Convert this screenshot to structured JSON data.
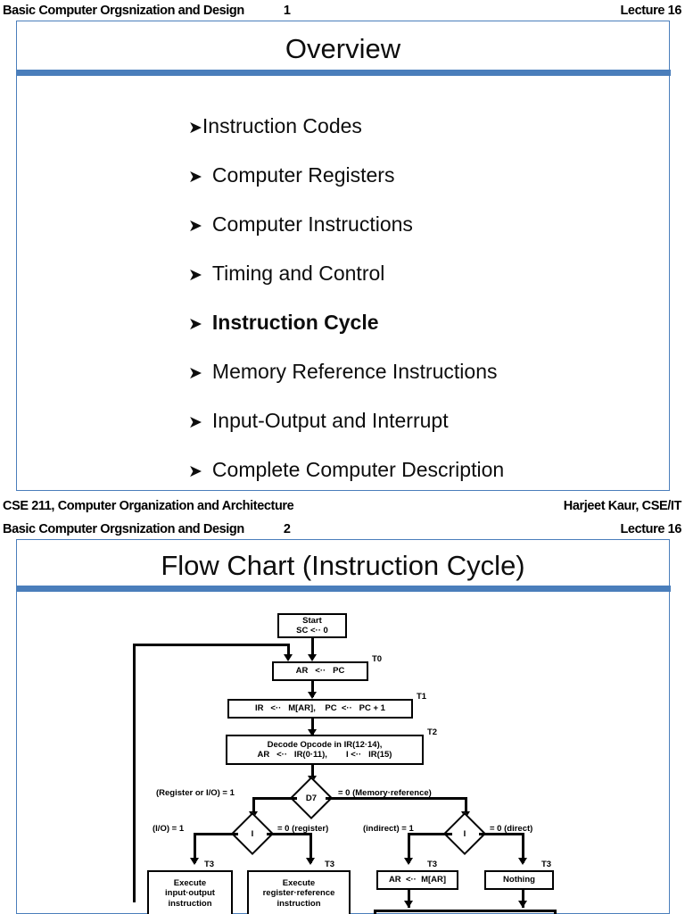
{
  "slide1": {
    "runhead": {
      "title": "Basic Computer Orgsnization and Design",
      "number": "1",
      "right": "Lecture 16"
    },
    "title": "Overview",
    "bullets": [
      {
        "arrow": "➤",
        "text": "Instruction Codes"
      },
      {
        "arrow": "➤",
        "text": "Computer Registers"
      },
      {
        "arrow": "➤",
        "text": "Computer Instructions"
      },
      {
        "arrow": "➤",
        "text": "Timing and Control"
      },
      {
        "arrow": "➤",
        "text": "Instruction Cycle"
      },
      {
        "arrow": "➤",
        "text": "Memory Reference Instructions"
      },
      {
        "arrow": "➤",
        "text": "Input-Output and Interrupt"
      },
      {
        "arrow": "➤",
        "text": "Complete Computer Description"
      }
    ],
    "footer": {
      "left": "CSE 211, Computer Organization and Architecture",
      "right": "Harjeet Kaur, CSE/IT"
    }
  },
  "slide2": {
    "runhead": {
      "title": "Basic Computer Orgsnization and Design",
      "number": "2",
      "right": "Lecture 16"
    },
    "title": "Flow Chart (Instruction Cycle)",
    "flowchart": {
      "start_box": "Start\nSC <·· 0",
      "ar_pc_box": "AR   <··   PC",
      "ir_box": "IR   <··   M[AR],    PC  <··   PC + 1",
      "decode_box": "Decode Opcode in IR(12·14),\nAR   <··   IR(0·11),        I <··   IR(15)",
      "d7_label": "D7",
      "i_label_left": "I",
      "i_label_right": "I",
      "branch_reg_io": "(Register or I/O) = 1",
      "branch_memref": "= 0 (Memory·reference)",
      "branch_io": "(I/O) = 1",
      "branch_register": "= 0 (register)",
      "branch_indirect": "(indirect) = 1",
      "branch_direct": "= 0 (direct)",
      "t0": "T0",
      "t1": "T1",
      "t2": "T2",
      "t3_a": "T3",
      "t3_b": "T3",
      "t3_c": "T3",
      "t3_d": "T3",
      "exec_io_box": "Execute\ninput·output\ninstruction",
      "exec_reg_box": "Execute\nregister·reference\ninstruction",
      "ar_mar_box": "AR  <··  M[AR]",
      "nothing_box": "Nothing"
    }
  },
  "colors": {
    "slide_border": "#4A7EBB",
    "accent_bar": "#4A7EBB",
    "text": "#0d0d0d"
  }
}
